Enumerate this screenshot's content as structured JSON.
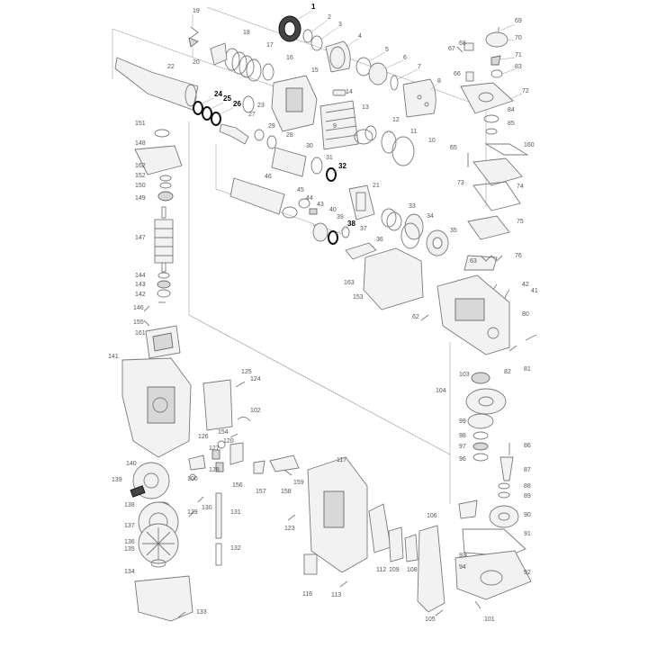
{
  "labels": {
    "p1": "1",
    "p2": "2",
    "p3": "3",
    "p4": "4",
    "p5": "5",
    "p6": "6",
    "p7": "7",
    "p8": "8",
    "p9": "9",
    "p10": "10",
    "p11": "11",
    "p12": "12",
    "p13": "13",
    "p14": "14",
    "p15": "15",
    "p16": "16",
    "p17": "17",
    "p18": "18",
    "p19": "19",
    "p20": "20",
    "p21": "21",
    "p22": "22",
    "p23": "23",
    "p24": "24",
    "p25": "25",
    "p26": "26",
    "p27": "27",
    "p28": "28",
    "p29": "29",
    "p30": "30",
    "p31": "31",
    "p32": "32",
    "p33": "33",
    "p34": "34",
    "p35": "35",
    "p36": "36",
    "p37": "37",
    "p38": "38",
    "p39": "39",
    "p40": "40",
    "p41": "41",
    "p42": "42",
    "p43": "43",
    "p44": "44",
    "p45": "45",
    "p46": "46",
    "p62": "62",
    "p63": "63",
    "p65": "65",
    "p66": "66",
    "p67": "67",
    "p68": "68",
    "p69": "69",
    "p70": "70",
    "p71": "71",
    "p72": "72",
    "p73": "73",
    "p74": "74",
    "p75": "75",
    "p76": "76",
    "p80": "80",
    "p81": "81",
    "p82": "82",
    "p83": "83",
    "p84": "84",
    "p85": "85",
    "p86": "86",
    "p87": "87",
    "p88": "88",
    "p89": "89",
    "p90": "90",
    "p91": "91",
    "p92": "92",
    "p93": "93",
    "p94": "94",
    "p96": "96",
    "p97": "97",
    "p98": "98",
    "p99": "99",
    "p100": "100",
    "p101": "101",
    "p102": "102",
    "p103": "103",
    "p104": "104",
    "p105": "105",
    "p106": "106",
    "p108": "108",
    "p109": "109",
    "p112": "112",
    "p113": "113",
    "p116": "116",
    "p117": "117",
    "p120": "120",
    "p123": "123",
    "p124": "124",
    "p125": "125",
    "p126": "126",
    "p127": "127",
    "p128": "128",
    "p129": "129",
    "p130": "130",
    "p131": "131",
    "p132": "132",
    "p133": "133",
    "p134": "134",
    "p135": "135",
    "p136": "136",
    "p137": "137",
    "p138": "138",
    "p139": "139",
    "p140": "140",
    "p141": "141",
    "p142": "142",
    "p143": "143",
    "p144": "144",
    "p146": "146",
    "p147": "147",
    "p148": "148",
    "p149": "149",
    "p150": "150",
    "p151": "151",
    "p152": "152",
    "p153": "153",
    "p154": "154",
    "p155": "155",
    "p156": "156",
    "p157": "157",
    "p158": "158",
    "p159": "159",
    "p160": "160",
    "p161": "161",
    "p162": "162",
    "p163": "163"
  },
  "colors": {
    "line": "#7a7a7a",
    "highlight": "#111111",
    "label": "#555555",
    "background": "#ffffff"
  }
}
